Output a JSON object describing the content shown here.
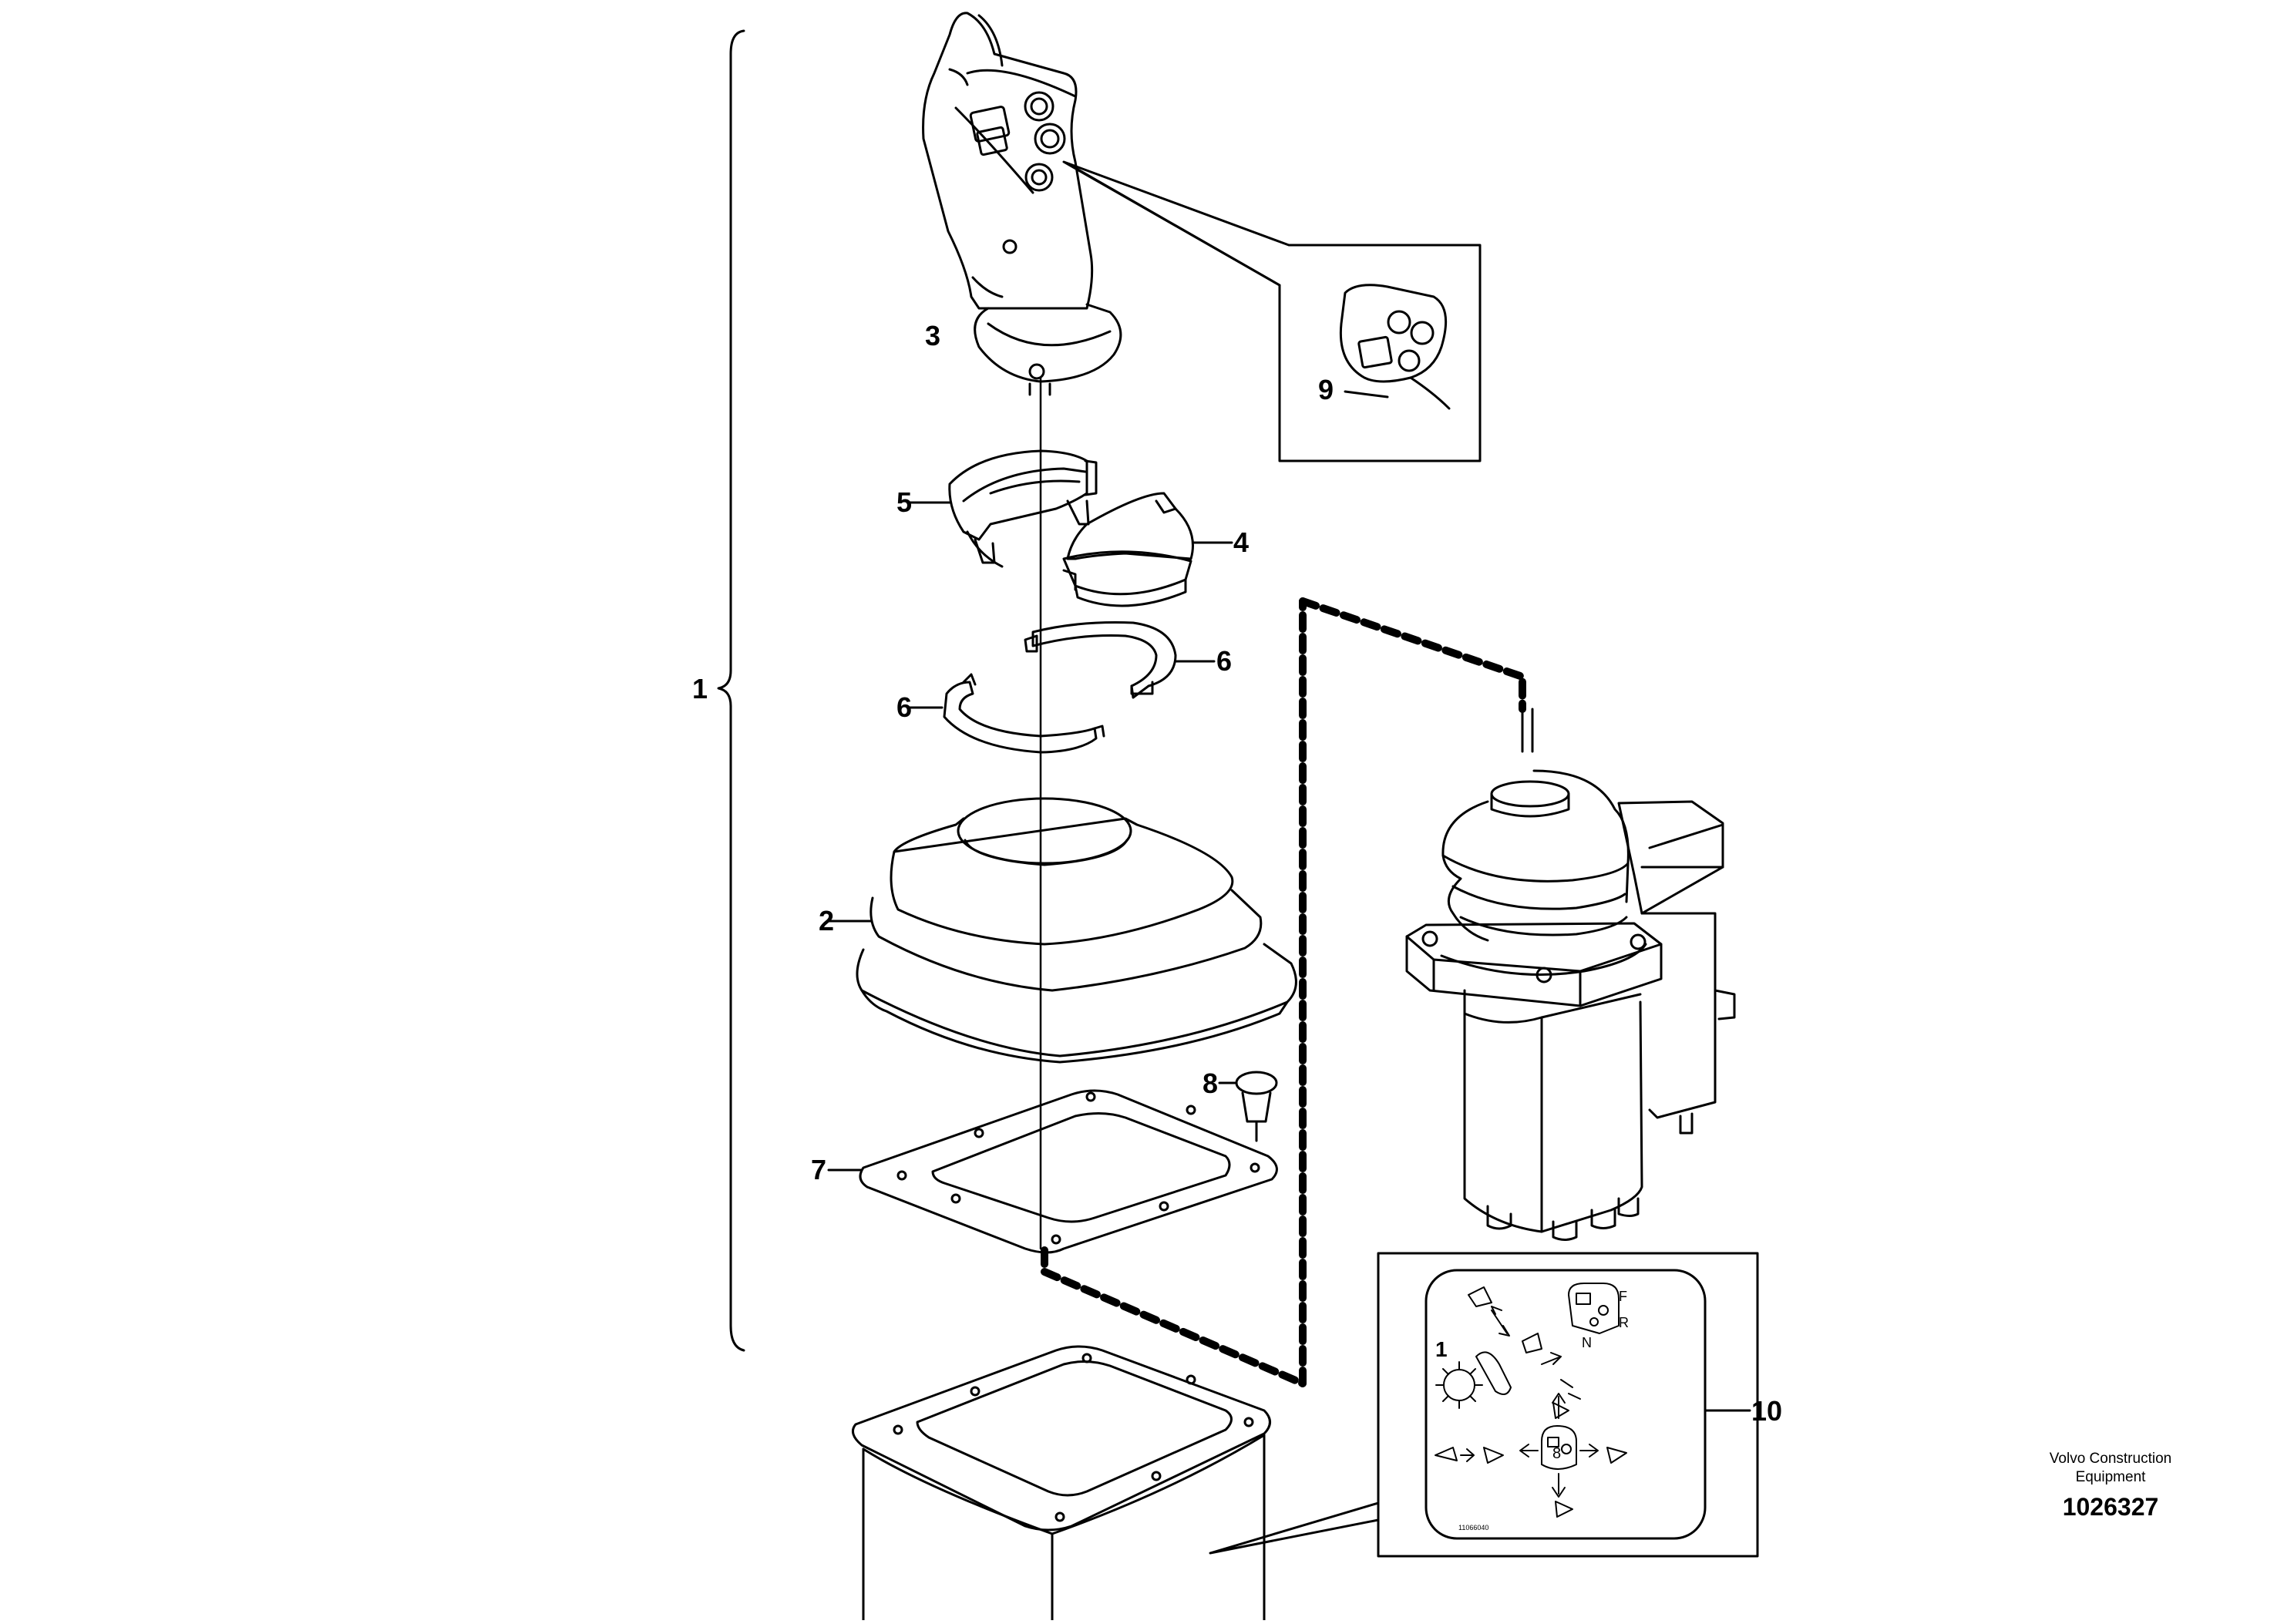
{
  "diagram": {
    "callouts": [
      {
        "id": "1",
        "label": "1"
      },
      {
        "id": "2",
        "label": "2"
      },
      {
        "id": "3",
        "label": "3"
      },
      {
        "id": "4",
        "label": "4"
      },
      {
        "id": "5",
        "label": "5"
      },
      {
        "id": "6a",
        "label": "6"
      },
      {
        "id": "6b",
        "label": "6"
      },
      {
        "id": "7",
        "label": "7"
      },
      {
        "id": "8",
        "label": "8"
      },
      {
        "id": "9",
        "label": "9"
      },
      {
        "id": "10",
        "label": "10"
      }
    ],
    "decal": {
      "letters": [
        "F",
        "R",
        "N"
      ],
      "numbers": [
        "1",
        "8"
      ],
      "code": "11066040"
    },
    "credit": {
      "line1": "Volvo Construction",
      "line2": "Equipment",
      "doc_number": "1026327"
    }
  }
}
